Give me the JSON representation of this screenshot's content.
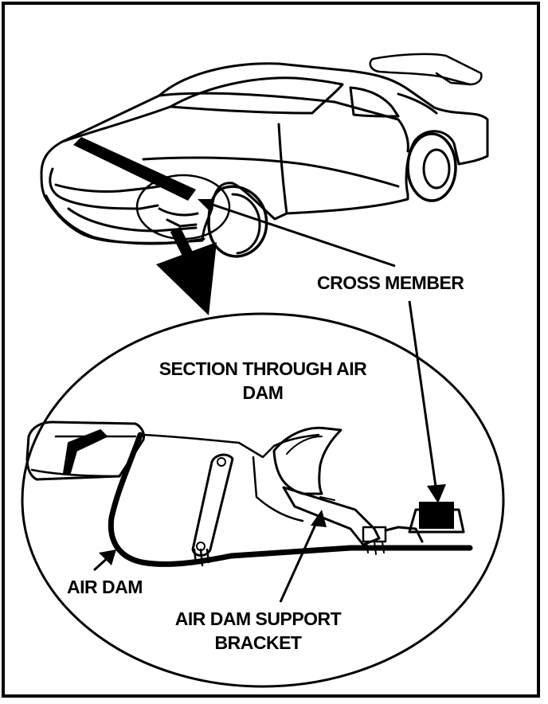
{
  "labels": {
    "cross_member": "CROSS MEMBER",
    "section_line1": "SECTION THROUGH AIR",
    "section_line2": "DAM",
    "air_dam": "AIR DAM",
    "bracket_line1": "AIR DAM SUPPORT",
    "bracket_line2": "BRACKET"
  }
}
